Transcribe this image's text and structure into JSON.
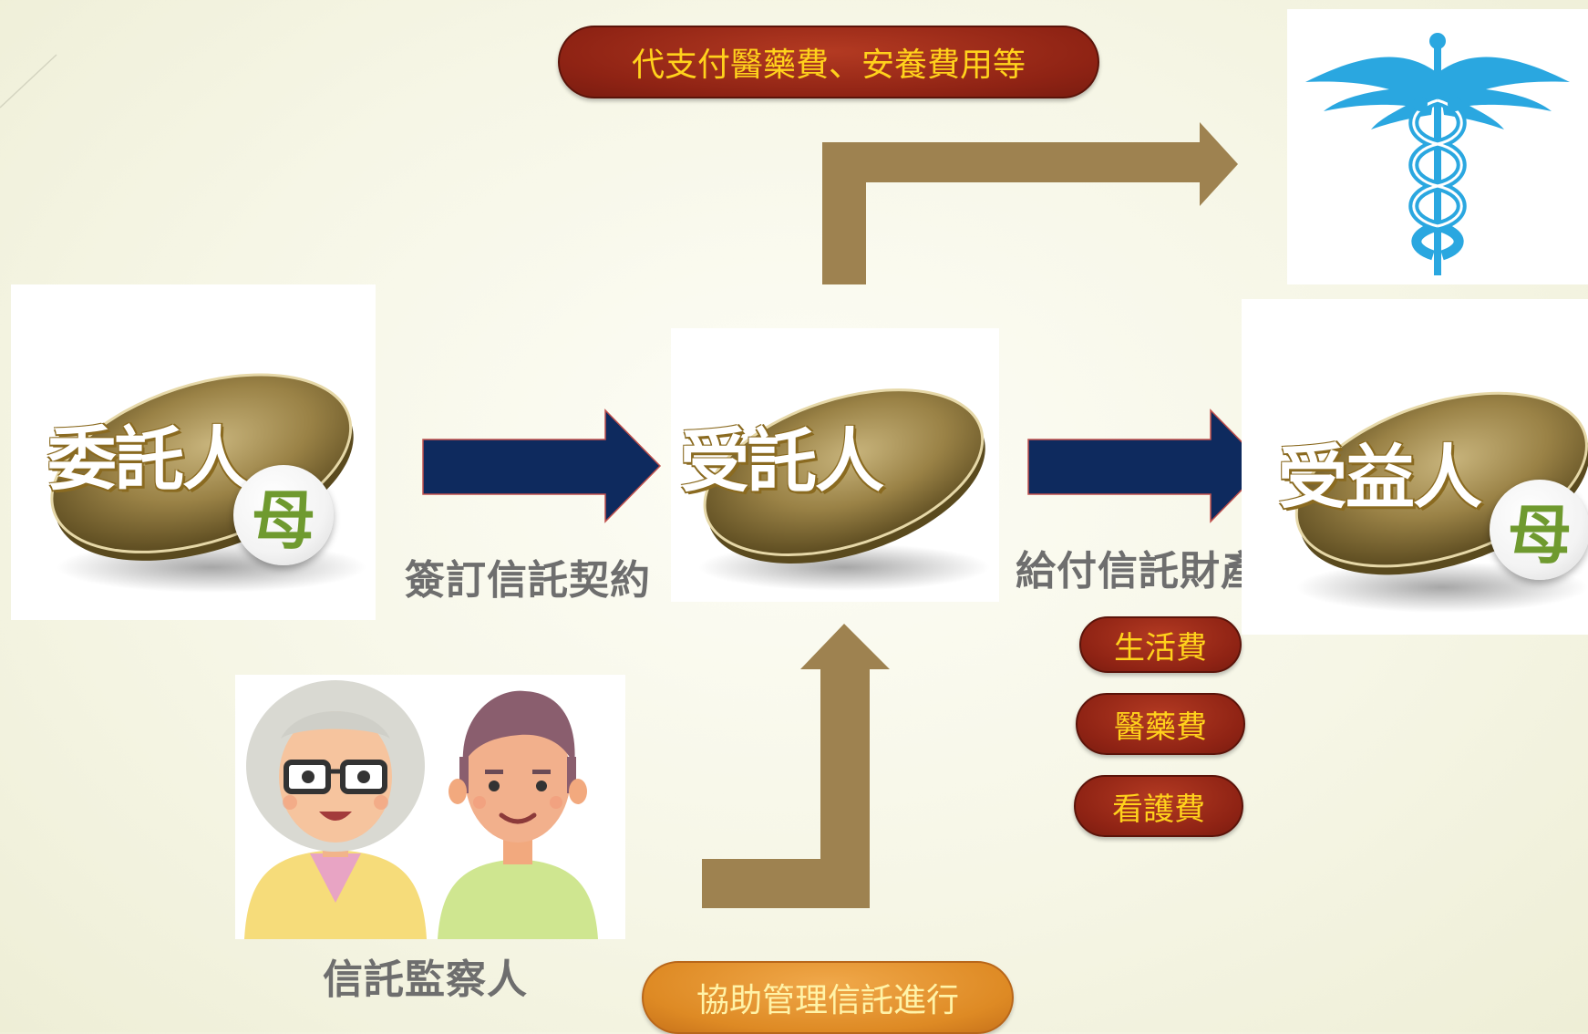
{
  "nodes": {
    "settlor": "委託人",
    "trustee": "受託人",
    "beneficiary": "受益人",
    "badge": "母"
  },
  "labels": {
    "sign_contract": "簽訂信託契約",
    "pay_property": "給付信託財產",
    "supervisor": "信託監察人"
  },
  "pills": {
    "top": "代支付醫藥費、安養費用等",
    "living": "生活費",
    "medical": "醫藥費",
    "nursing": "看護費",
    "assist": "協助管理信託進行"
  },
  "colors": {
    "arrow_navy": "#0e2a5e",
    "arrow_khaki": "#9e8250",
    "pill_red": "#8f2314",
    "pill_orange": "#de8a24",
    "pill_text_yellow": "#ffd21c",
    "caduceus_blue": "#2aa7e0"
  },
  "icons": [
    "caduceus-icon",
    "elderly-woman-icon",
    "young-man-icon"
  ]
}
